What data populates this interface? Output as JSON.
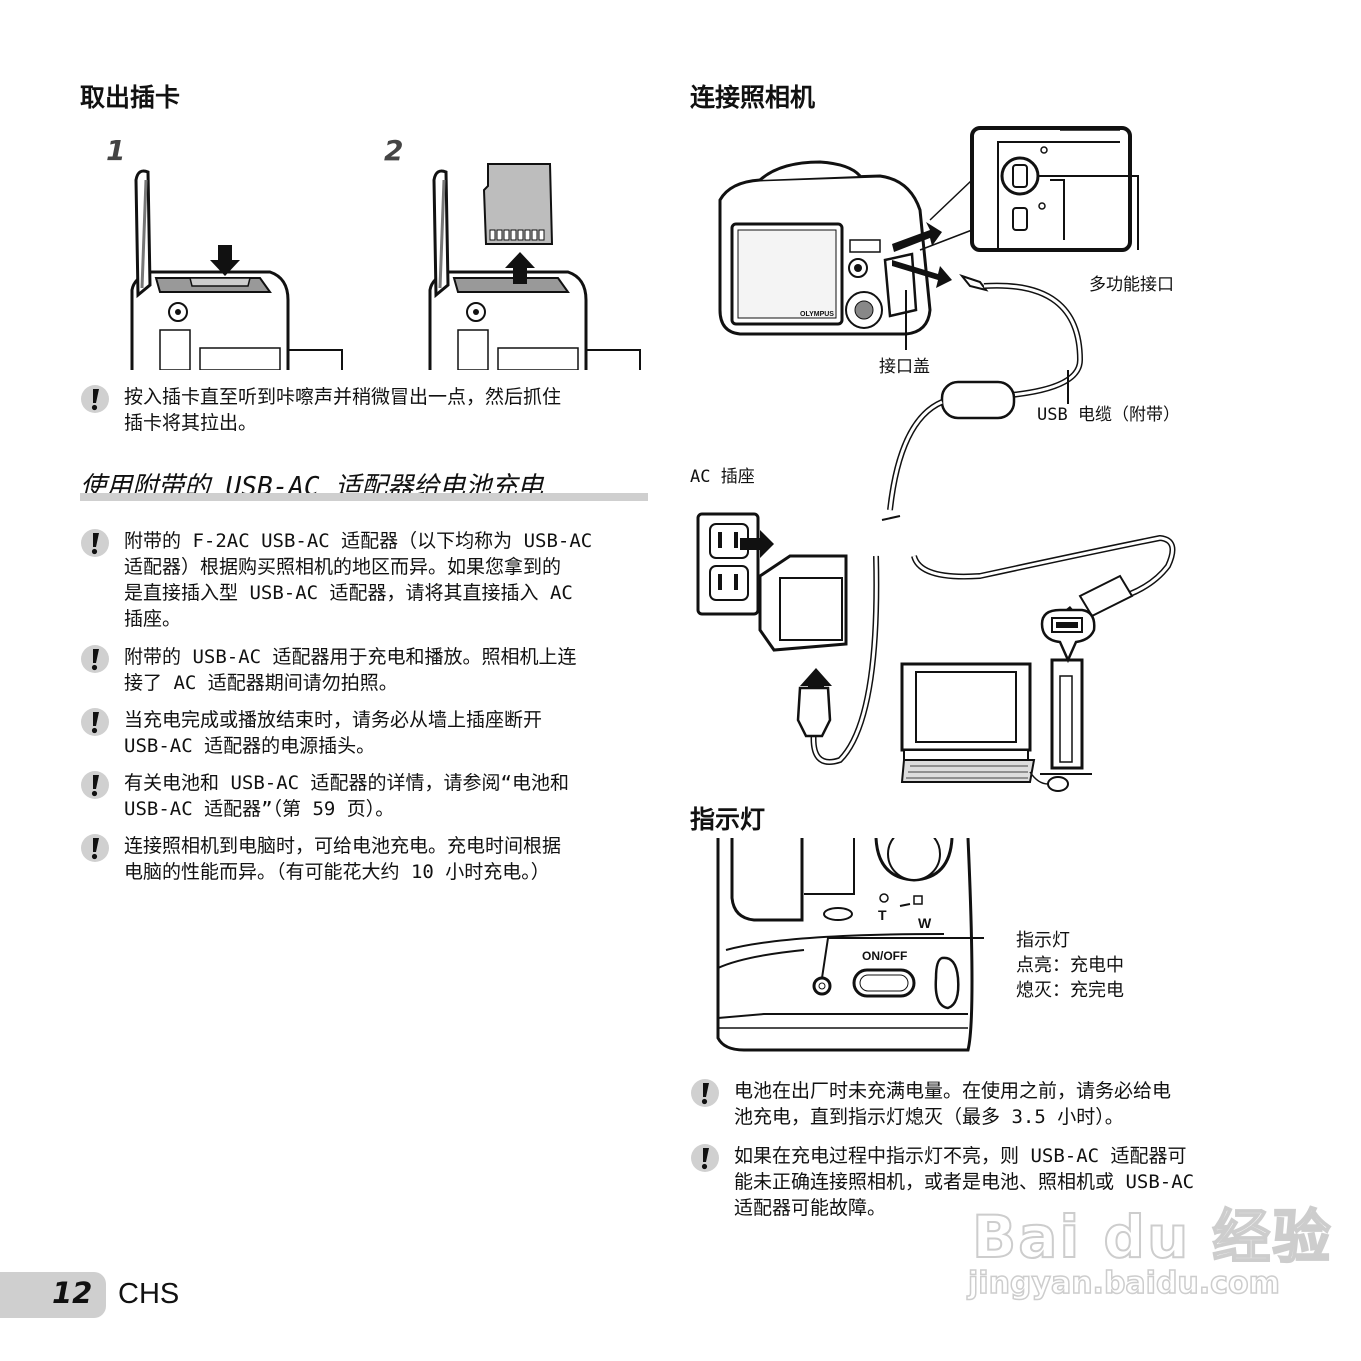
{
  "left": {
    "remove_card_title": "取出插卡",
    "step1": "1",
    "step2": "2",
    "remove_note": "按入插卡直至听到咔嚓声并稍微冒出一点，然后抓住\n插卡将其拉出。",
    "section_title": "使用附带的 USB-AC 适配器给电池充电",
    "notes": [
      "附带的 F-2AC USB-AC 适配器（以下均称为 USB-AC\n适配器）根据购买照相机的地区而异。如果您拿到的\n是直接插入型 USB-AC 适配器，请将其直接插入 AC\n插座。",
      "附带的 USB-AC 适配器用于充电和播放。照相机上连\n接了 AC 适配器期间请勿拍照。",
      "当充电完成或播放结束时，请务必从墙上插座断开\nUSB-AC 适配器的电源插头。",
      "有关电池和 USB-AC 适配器的详情，请参阅“电池和\nUSB-AC 适配器”（第 59 页）。",
      "连接照相机到电脑时，可给电池充电。充电时间根据\n电脑的性能而异。（有可能花大约 10 小时充电。）"
    ]
  },
  "right": {
    "connect_title": "连接照相机",
    "multi_port": "多功能接口",
    "port_cover": "接口盖",
    "usb_cable": "USB 电缆（附带）",
    "ac_outlet": "AC 插座",
    "camera_brand": "OLYMPUS",
    "indicator_title": "指示灯",
    "indicator_callout_title": "指示灯",
    "indicator_on": "点亮：充电中",
    "indicator_off": "熄灭：充完电",
    "onoff_label": "ON/OFF",
    "zoom_t": "T",
    "zoom_w": "W",
    "notes": [
      "电池在出厂时未充满电量。在使用之前，请务必给电\n池充电，直到指示灯熄灭（最多 3.5 小时）。",
      "如果在充电过程中指示灯不亮，则 USB-AC 适配器可\n能未正确连接照相机，或者是电池、照相机或 USB-AC\n适配器可能故障。"
    ]
  },
  "footer": {
    "page_number": "12",
    "language": "CHS"
  },
  "watermark": {
    "brand": "Bai du 经验",
    "url": "jingyan.baidu.com"
  }
}
